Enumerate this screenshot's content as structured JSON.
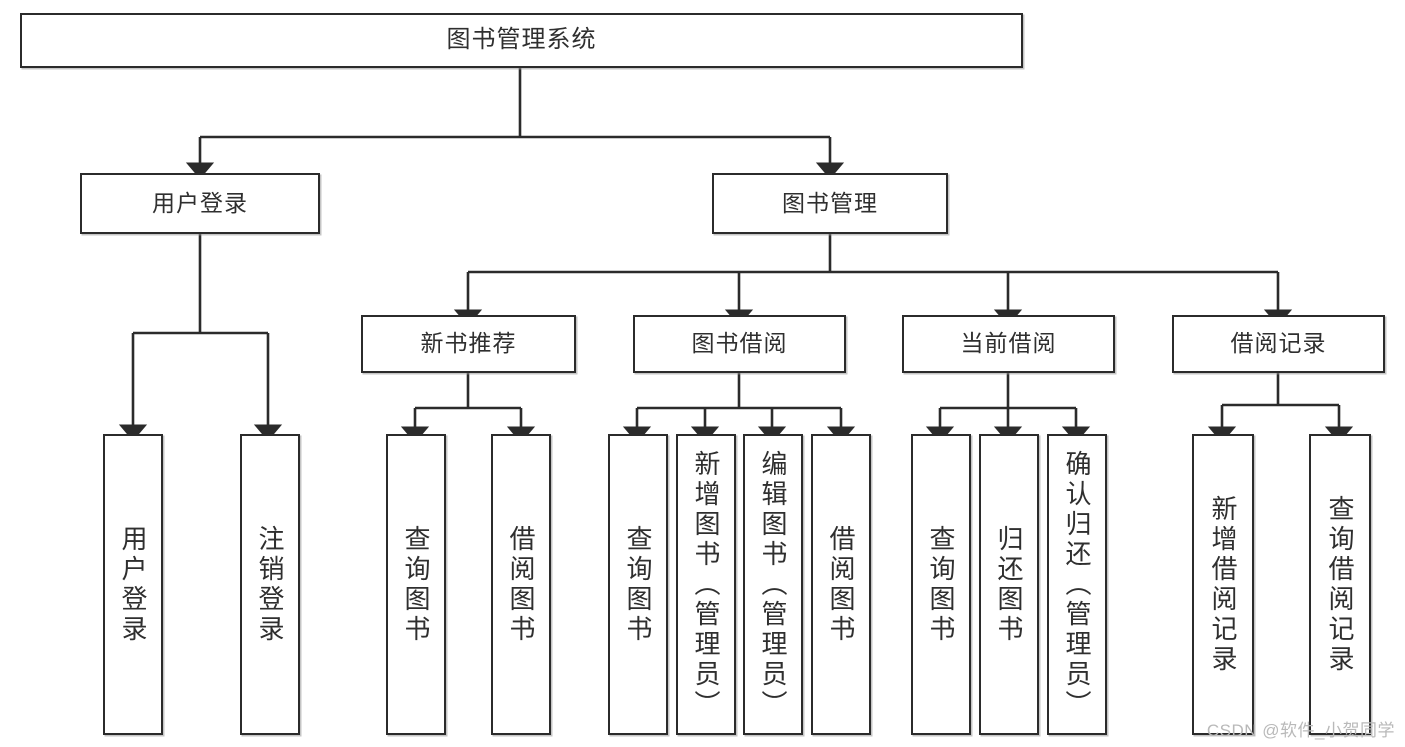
{
  "diagram": {
    "title": "图书管理系统",
    "type": "tree-hierarchy",
    "watermark": "CSDN @软件_小贺同学",
    "edge_color": "#2b2b2b",
    "node_border_color": "#2b2b2b",
    "node_fill_color": "#ffffff",
    "text_color": "#2f2f2f",
    "background_color": "#ffffff"
  },
  "nodes": {
    "root": {
      "label": "图书管理系统",
      "level": 0
    },
    "level1": [
      {
        "id": "user-login",
        "label": "用户登录"
      },
      {
        "id": "book-manage",
        "label": "图书管理"
      }
    ],
    "level2": [
      {
        "id": "new-book-rec",
        "label": "新书推荐",
        "parent": "book-manage"
      },
      {
        "id": "book-borrow",
        "label": "图书借阅",
        "parent": "book-manage"
      },
      {
        "id": "current-borrow",
        "label": "当前借阅",
        "parent": "book-manage"
      },
      {
        "id": "borrow-record",
        "label": "借阅记录",
        "parent": "book-manage"
      }
    ],
    "leaves": [
      {
        "id": "leaf-user-login",
        "label": "用户登录",
        "parent": "user-login"
      },
      {
        "id": "leaf-logout",
        "label": "注销登录",
        "parent": "user-login"
      },
      {
        "id": "leaf-query-book-1",
        "label": "查询图书",
        "parent": "new-book-rec"
      },
      {
        "id": "leaf-borrow-book-1",
        "label": "借阅图书",
        "parent": "new-book-rec"
      },
      {
        "id": "leaf-query-book-2",
        "label": "查询图书",
        "parent": "book-borrow"
      },
      {
        "id": "leaf-add-book",
        "label": "新增图书（管理员）",
        "parent": "book-borrow"
      },
      {
        "id": "leaf-edit-book",
        "label": "编辑图书（管理员）",
        "parent": "book-borrow"
      },
      {
        "id": "leaf-borrow-book-2",
        "label": "借阅图书",
        "parent": "book-borrow"
      },
      {
        "id": "leaf-query-book-3",
        "label": "查询图书",
        "parent": "current-borrow"
      },
      {
        "id": "leaf-return-book",
        "label": "归还图书",
        "parent": "current-borrow"
      },
      {
        "id": "leaf-confirm-return",
        "label": "确认归还（管理员）",
        "parent": "current-borrow"
      },
      {
        "id": "leaf-add-record",
        "label": "新增借阅记录",
        "parent": "borrow-record"
      },
      {
        "id": "leaf-query-record",
        "label": "查询借阅记录",
        "parent": "borrow-record"
      }
    ]
  }
}
